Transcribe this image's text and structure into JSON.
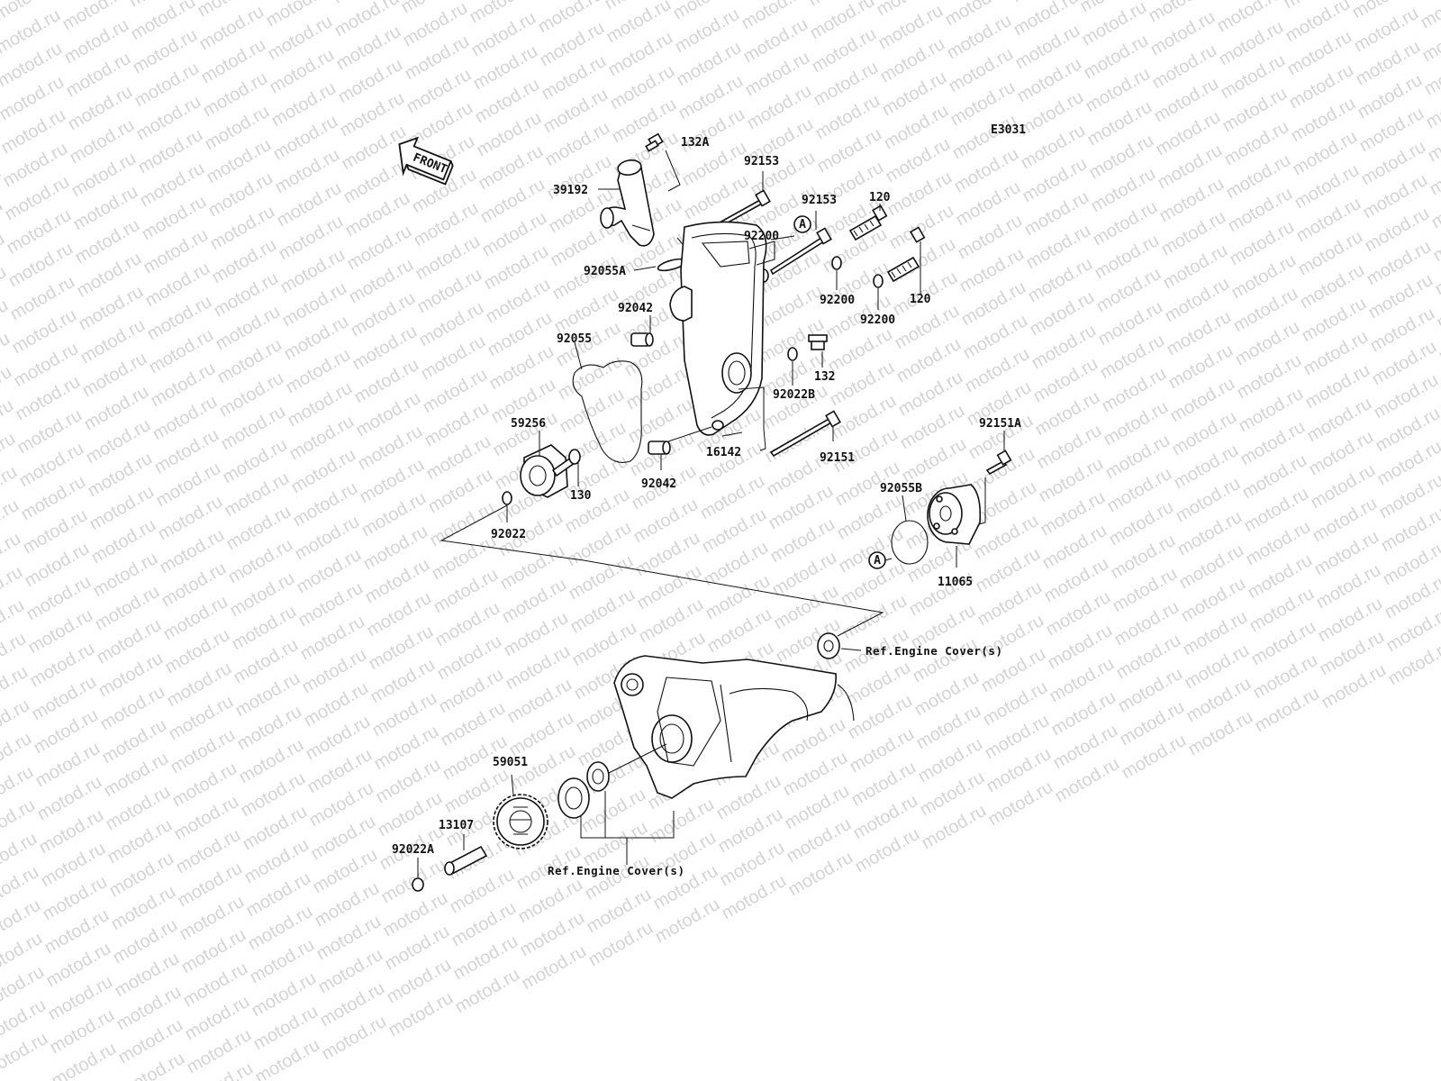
{
  "diagram_code": "E3031",
  "direction_label": "FRONT",
  "watermark": "motod.ru",
  "callout_letter": "A",
  "parts": [
    "132A",
    "39192",
    "92153",
    "92153",
    "120",
    "92200",
    "92055A",
    "92200",
    "92200",
    "120",
    "92042",
    "92055",
    "132",
    "92022B",
    "59256",
    "16142",
    "92151",
    "92151A",
    "130",
    "92042",
    "92055B",
    "92022",
    "11065",
    "59051",
    "13107",
    "92022A"
  ],
  "references": {
    "engine_cover_1": "Ref.Engine Cover(s)",
    "engine_cover_2": "Ref.Engine Cover(s)"
  }
}
